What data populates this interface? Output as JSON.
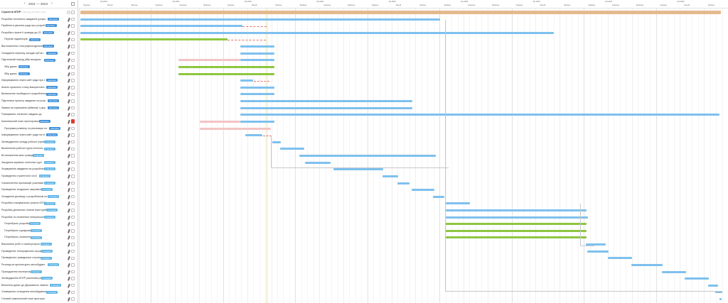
{
  "header": {
    "prev_label": "‹",
    "next_label": "›",
    "range_label": "2021 — 2023",
    "root_note": "КП ВБ Мар-КП 2021-2023"
  },
  "timeline": {
    "quarters": [
      "Q4 2021",
      "Q1 2022",
      "Q2 2022",
      "Q3 2022",
      "Q4 2022",
      "Q1 2023",
      "Q2 2023",
      "Q3 2023",
      "Q4 2023"
    ],
    "months": [
      "Грудень",
      "Лютий",
      "Квітень",
      "Червень",
      "Серпень",
      "Жовтень",
      "Грудень",
      "Лютий",
      "Квітень",
      "Червень",
      "Серпень",
      "Жовтень",
      "Грудень",
      "Лютий",
      "Квітень",
      "Червень",
      "Серпень",
      "Жовтень",
      "Грудень",
      "Лютий",
      "Квітень",
      "Червень",
      "Серпень",
      "Жовтень",
      "Грудень",
      "Лютий",
      "Квітень"
    ]
  },
  "status_colors": {
    "done": "#3a8ed9",
    "inprogress": "#5bb3e6",
    "review": "#4b9b2c",
    "blocked": "#df4b3b",
    "orange": "#e3b98d"
  },
  "rows": [
    {
      "name": "Стратегія КПУР",
      "bold": true,
      "badge": "",
      "note": "КП ВБ Мар-КП 2021-2023"
    },
    {
      "name": "Розробка технічного завдання (розро.",
      "badge": "виконано",
      "badge_color": "#3a8ed9"
    },
    {
      "name": "Прийняття рішення ради про розроб.",
      "badge": "виконано",
      "badge_color": "#3a8ed9"
    },
    {
      "name": "Розробка стратегії громади до 20",
      "badge": "виконано",
      "badge_color": "#3a8ed9"
    },
    {
      "name": "Перелік індикаторів",
      "indent": 1,
      "badge": "виконано",
      "badge_color": "#3a8ed9"
    },
    {
      "name": "Виготовлення топографогеодезичн.",
      "badge": "виконано",
      "badge_color": "#3a8ed9"
    },
    {
      "name": "Складання переліку заходів суб'єкт.",
      "badge": "виконано",
      "badge_color": "#3a8ed9"
    },
    {
      "name": "Підготовчий період (збір вихідних",
      "badge": "виконано",
      "badge_color": "#3a8ed9"
    },
    {
      "name": "Збір даних",
      "indent": 1,
      "badge": "виконано",
      "badge_color": "#3a8ed9"
    },
    {
      "name": "Збір даних",
      "indent": 1,
      "badge": "виконано",
      "badge_color": "#3a8ed9"
    },
    {
      "name": "Інформування через сайт ради про т.",
      "badge": "виконано",
      "badge_color": "#3a8ed9"
    },
    {
      "name": "Аналіз сучасного стану використанн.",
      "badge": "виконано",
      "badge_color": "#3a8ed9"
    },
    {
      "name": "Визначення необхідності розроблення",
      "badge": "виконано",
      "badge_color": "#3a8ed9"
    },
    {
      "name": "Підготовка проекту завдання на розр.",
      "badge": "виконано",
      "badge_color": "#3a8ed9"
    },
    {
      "name": "Заявка на отримання субвенції з дер.",
      "badge": "виконано",
      "badge_color": "#3a8ed9"
    },
    {
      "name": "Планування технічних завдань до",
      "badge": "",
      "badge_color": ""
    },
    {
      "name": "Комплексний план просторового",
      "badge": "виконано",
      "badge_color": "#3a8ed9",
      "flag": true
    },
    {
      "name": "Програма розвитку та реалізація пл.",
      "indent": 1,
      "badge": "виконано",
      "badge_color": "#3a8ed9"
    },
    {
      "name": "Інформування через сайт ради на ет.",
      "badge": "виконано",
      "badge_color": "#3a8ed9"
    },
    {
      "name": "Затвердження складу робочої групи",
      "badge": "в процесі",
      "badge_color": "#5bb3e6"
    },
    {
      "name": "Визначення робочої групи технічно",
      "badge": "в процесі",
      "badge_color": "#5bb3e6"
    },
    {
      "name": "Встановлення меж громади",
      "badge": "в процесі",
      "badge_color": "#5bb3e6"
    },
    {
      "name": "Засідання керівних технічних груп",
      "badge": "в процесі",
      "badge_color": "#5bb3e6"
    },
    {
      "name": "Формування завдання на розроблен.",
      "badge": "в процесі",
      "badge_color": "#5bb3e6"
    },
    {
      "name": "Проведення стратегічної сесії",
      "badge": "в процесі",
      "badge_color": "#5bb3e6"
    },
    {
      "name": "Узагальнення пропозицій учасників",
      "badge": "в процесі",
      "badge_color": "#5bb3e6"
    },
    {
      "name": "Проведення тендерних закупівель",
      "badge": "в процесі",
      "badge_color": "#5bb3e6"
    },
    {
      "name": "Укладання договору з розробником пл.",
      "badge": "в процесі",
      "badge_color": "#5bb3e6"
    },
    {
      "name": "Розробка планувальних рішень КПУР",
      "badge": "в процесі",
      "badge_color": "#5bb3e6"
    },
    {
      "name": "Розробка детальних планів територій",
      "badge": "в процесі",
      "badge_color": "#5bb3e6"
    },
    {
      "name": "Розробка та оновлення генеральних",
      "badge": "в процесі",
      "badge_color": "#5bb3e6"
    },
    {
      "name": "Потребують розробки",
      "indent": 1,
      "badge": "в процесі",
      "badge_color": "#5bb3e6"
    },
    {
      "name": "Потребують оцифровки",
      "indent": 1,
      "badge": "в процесі",
      "badge_color": "#5bb3e6"
    },
    {
      "name": "Потребують оновлення",
      "indent": 1,
      "badge": "в процесі",
      "badge_color": "#5bb3e6"
    },
    {
      "name": "Виконання робіт із землеустрою",
      "badge": "в процесі",
      "badge_color": "#5bb3e6"
    },
    {
      "name": "Проведення топографічних проце.",
      "badge": "в процесі",
      "badge_color": "#5bb3e6"
    },
    {
      "name": "Проведення громадських слухань",
      "badge": "в процесі",
      "badge_color": "#5bb3e6"
    },
    {
      "name": "Розгляд на архітектурно-містобудівн.",
      "badge": "в процесі",
      "badge_color": "#5bb3e6"
    },
    {
      "name": "Проходження експертизи",
      "badge": "в процесі",
      "badge_color": "#5bb3e6"
    },
    {
      "name": "Затвердження КПУР рішенням ради",
      "badge": "в процесі",
      "badge_color": "#5bb3e6"
    },
    {
      "name": "Внесення даних до Державного земельно.",
      "badge": "в процесі",
      "badge_color": "#5bb3e6"
    },
    {
      "name": "Сповіщення та ведення містобудівних",
      "badge": "в процесі",
      "badge_color": "#5bb3e6"
    },
    {
      "name": "Готовий комплексний план просторо.",
      "badge": "",
      "badge_color": ""
    }
  ]
}
